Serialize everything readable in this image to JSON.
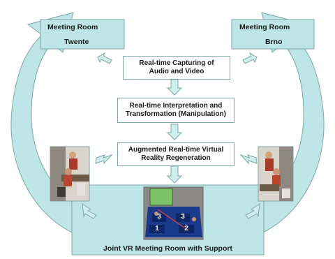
{
  "rooms": {
    "left": {
      "title": "Meeting Room",
      "name": "Twente"
    },
    "right": {
      "title": "Meeting Room",
      "name": "Brno"
    }
  },
  "steps": [
    {
      "text_line1": "Real-time Capturing of",
      "text_line2": "Audio and Video"
    },
    {
      "text_line1": "Real-time Interpretation and",
      "text_line2": "Transformation (Manipulation)"
    },
    {
      "text_line1": "Augmented Real-time Virtual",
      "text_line2": "Reality Regeneration"
    }
  ],
  "joint": {
    "label": "Joint VR Meeting Room with Support"
  },
  "tiles": {
    "numbers": [
      "1",
      "2",
      "3",
      "3"
    ]
  },
  "colors": {
    "accent": "#bfe6e6",
    "outline": "#7fa6a8",
    "arrow": "#cfeeee"
  }
}
